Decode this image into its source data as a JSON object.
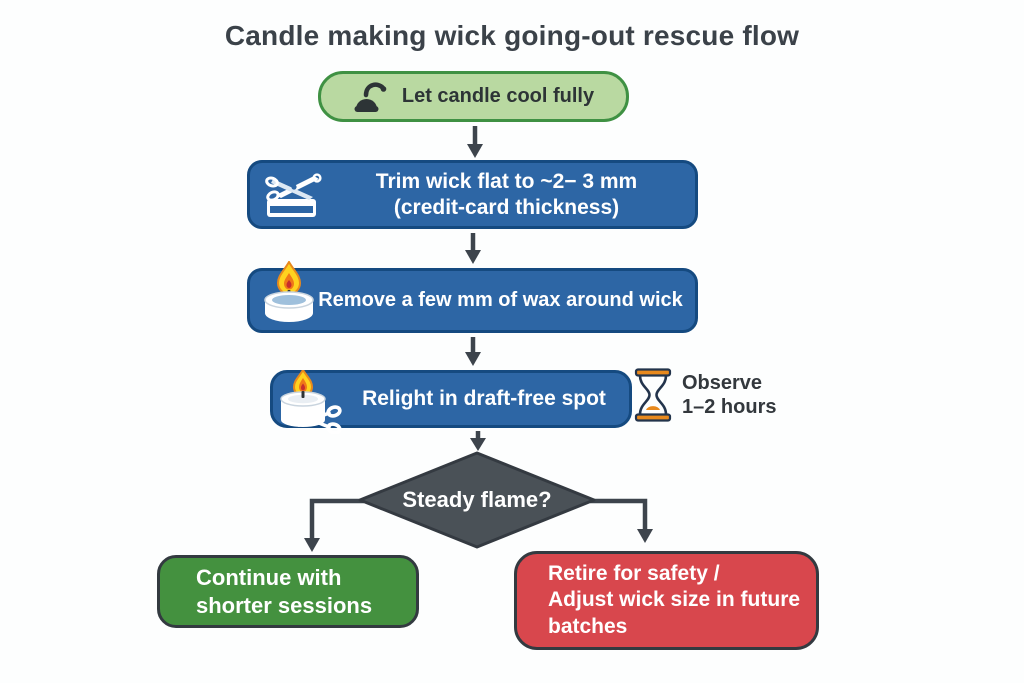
{
  "title": "Candle making wick going-out rescue flow",
  "colors": {
    "title_text": "#3b4249",
    "step_blue_fill": "#2d66a5",
    "step_blue_border": "#154a80",
    "start_green_fill": "#b9d9a1",
    "start_green_border": "#3f9143",
    "decision_fill": "#4a5157",
    "decision_border": "#343a41",
    "outcome_green_fill": "#44913f",
    "outcome_red_fill": "#d8474d",
    "outcome_border": "#333a40",
    "arrow": "#3d444c",
    "hourglass_orange": "#e8891d",
    "flame_yellow": "#ffd21f",
    "flame_orange": "#f07818"
  },
  "nodes": {
    "cool": {
      "icon": "snuffer-icon",
      "label": "Let candle cool fully"
    },
    "trim": {
      "icon": "wick-trimmer-icon",
      "lines": [
        "Trim wick flat to ~2− 3 mm",
        "(credit-card thickness)"
      ]
    },
    "remove_wax": {
      "icon": "tealight-flame-icon",
      "label": "Remove a few mm of wax around wick"
    },
    "relight": {
      "icon": "candle-scissors-icon",
      "label": "Relight in draft-free spot"
    },
    "observe": {
      "icon": "hourglass-icon",
      "lines": [
        "Observe",
        "1–2 hours"
      ]
    },
    "decision": {
      "label": "Steady flame?"
    },
    "outcome_continue": {
      "lines": [
        "Continue with",
        "shorter sessions"
      ]
    },
    "outcome_retire": {
      "lines": [
        "Retire for safety /",
        "Adjust wick size in future",
        "batches"
      ]
    }
  }
}
